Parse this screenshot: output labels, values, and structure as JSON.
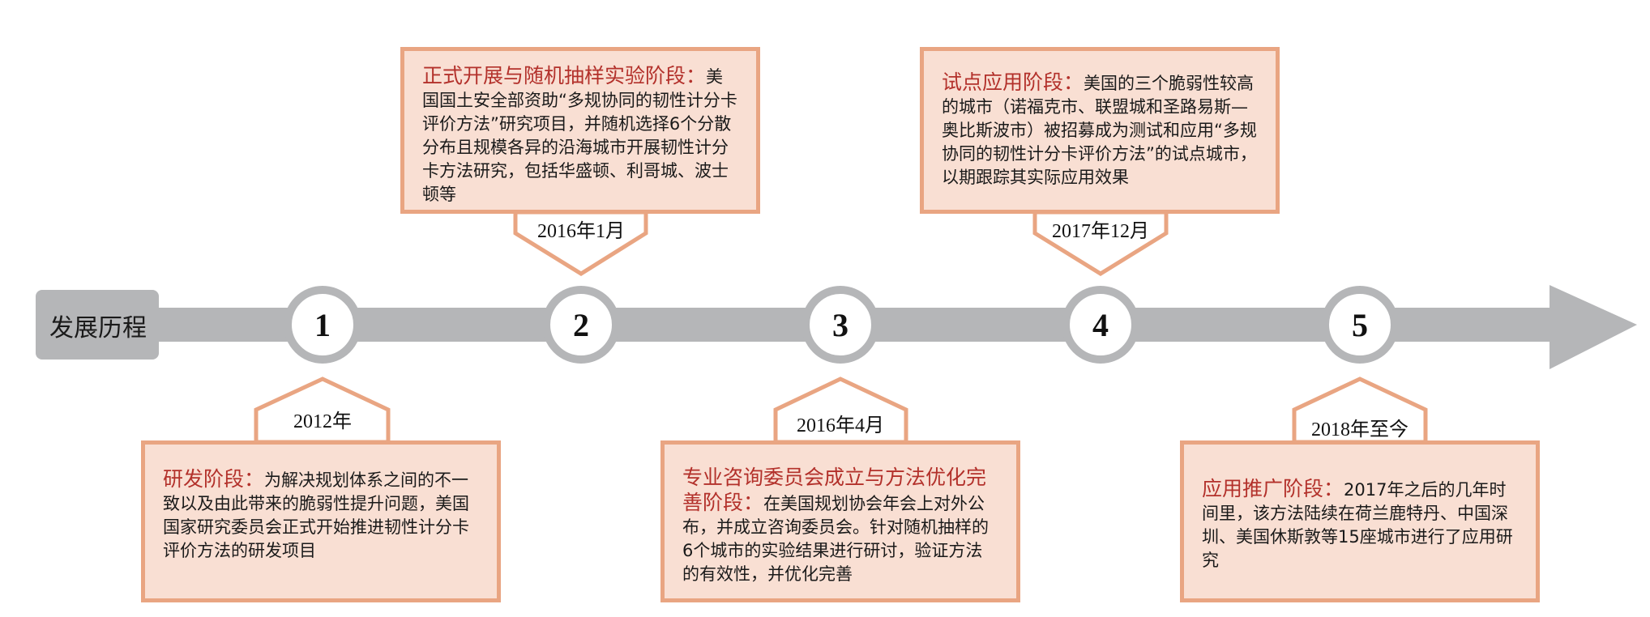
{
  "title": "发展历程",
  "nodes": [
    "1",
    "2",
    "3",
    "4",
    "5"
  ],
  "stages": [
    {
      "date": "2012年",
      "heading": "研发阶段：",
      "body": "为解决规划体系之间的不一致以及由此带来的脆弱性提升问题，美国国家研究委员会正式开始推进韧性计分卡评价方法的研发项目"
    },
    {
      "date": "2016年1月",
      "heading": "正式开展与随机抽样实验阶段：",
      "body": "美国国土安全部资助“多规协同的韧性计分卡评价方法”研究项目，并随机选择6个分散分布且规模各异的沿海城市开展韧性计分卡方法研究，包括华盛顿、利哥城、波士顿等"
    },
    {
      "date": "2016年4月",
      "heading": "专业咨询委员会成立与方法优化完善阶段：",
      "body": "在美国规划协会年会上对外公布，并成立咨询委员会。针对随机抽样的6个城市的实验结果进行研讨，验证方法的有效性，并优化完善"
    },
    {
      "date": "2017年12月",
      "heading": "试点应用阶段：",
      "body": "美国的三个脆弱性较高的城市（诺福克市、联盟城和圣路易斯—奥比斯波市）被招募成为测试和应用“多规协同的韧性计分卡评价方法”的试点城市，以期跟踪其实际应用效果"
    },
    {
      "date": "2018年至今",
      "heading": "应用推广阶段：",
      "body": "2017年之后的几年时间里，该方法陆续在荷兰鹿特丹、中国深圳、美国休斯敦等15座城市进行了应用研究"
    }
  ],
  "colors": {
    "axis": "#b5b6b8",
    "box_fill": "#f9dfd3",
    "box_border": "#e9a582",
    "heading": "#b3312b"
  }
}
